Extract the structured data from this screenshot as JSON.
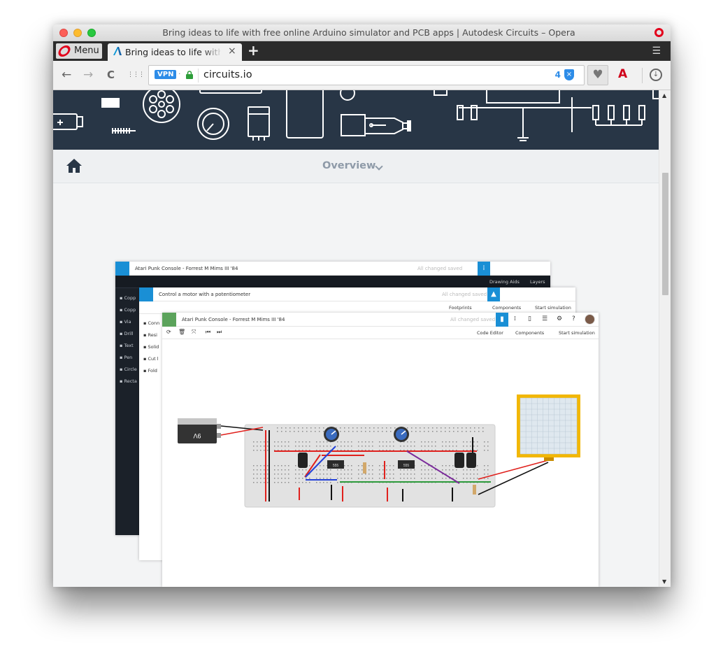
{
  "window": {
    "title": "Bring ideas to life with free online Arduino simulator and PCB apps | Autodesk Circuits – Opera"
  },
  "tabbar": {
    "menu_label": "Menu",
    "tab_title": "Bring ideas to life with free online Arduino simulator and PCB apps",
    "close_glyph": "×",
    "new_tab_glyph": "+",
    "tab_menu_glyph": "☰"
  },
  "toolbar": {
    "back": "←",
    "forward": "→",
    "reload": "C",
    "speed_dial": "⋮⋮⋮",
    "vpn_badge": "VPN",
    "vpn_dot": "·",
    "url": "circuits.io",
    "blocked_ads_count": "4",
    "heart": "♥",
    "ad_icon": "A",
    "download": "↓"
  },
  "subnav": {
    "overview_label": "Overview"
  },
  "editors": {
    "pcb": {
      "title": "Atari Punk Console - Forrest M Mims III '84",
      "saved": "All changed saved",
      "drawing_aids": "Drawing Aids",
      "layers": "Layers",
      "side_tools": [
        "Copp",
        "Copp",
        "Via",
        "Drill",
        "Text",
        "Pen",
        "Circle",
        "Recta"
      ]
    },
    "schematic": {
      "title": "Control a motor with a potentiometer",
      "saved": "All changed saved",
      "footprints": "Footprints",
      "components": "Components",
      "start_simulation": "Start simulation",
      "side_tools": [
        "Conn",
        "Resi",
        "Solid",
        "Cut l",
        "Fold"
      ]
    },
    "breadboard": {
      "title": "Atari Punk Console - Forrest M Mims III '84",
      "saved": "All changed saved",
      "code_editor": "Code Editor",
      "components": "Components",
      "start_simulation": "Start simulation",
      "battery_label": "9V",
      "chip_label": "555"
    }
  },
  "colors": {
    "hero_bg": "#283646",
    "accent_blue": "#1a8fd5",
    "pcb_green": "#5ba35b",
    "wire_red": "#e0211d",
    "wire_green": "#2d9a3b",
    "wire_blue": "#2341d8",
    "wire_purple": "#7a2a9a",
    "oscilloscope": "#f2b705"
  }
}
